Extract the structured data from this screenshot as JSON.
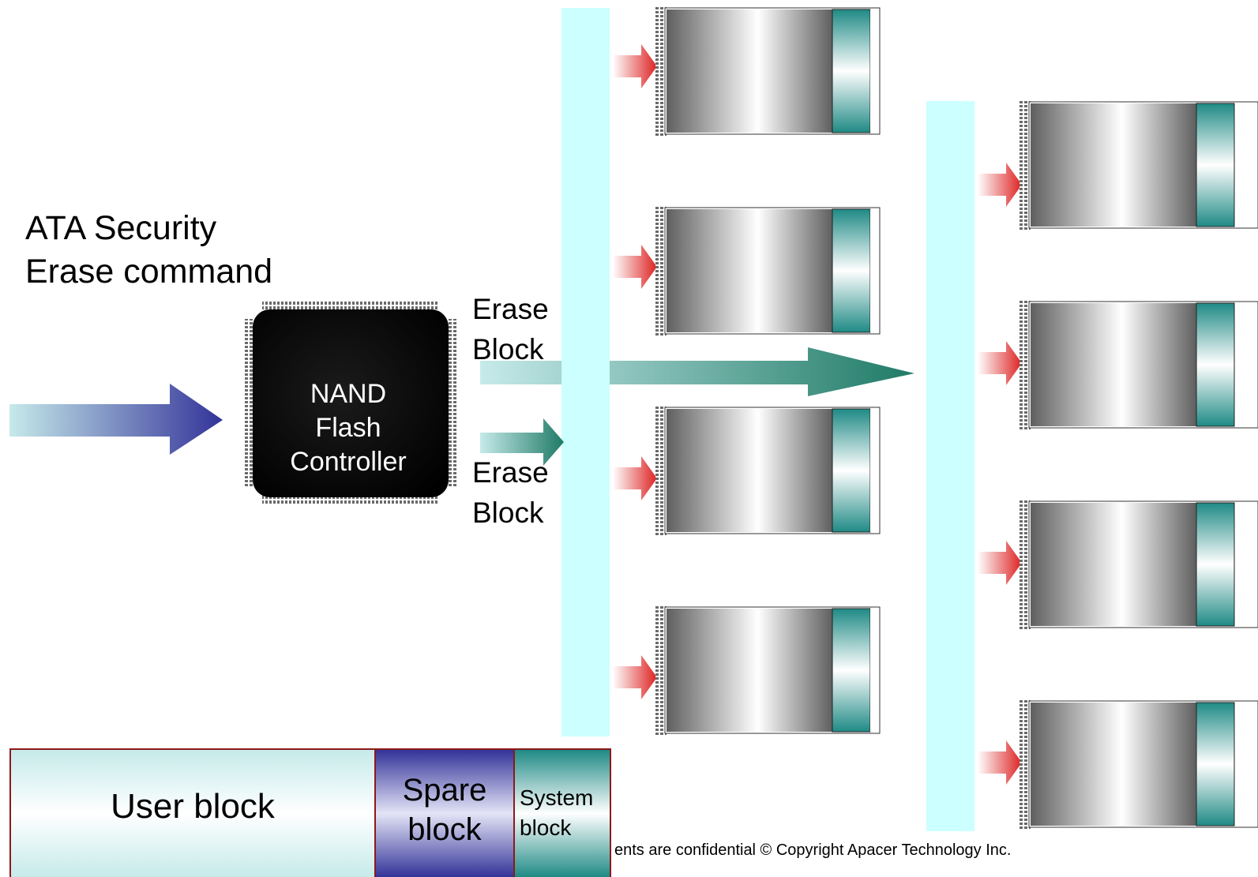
{
  "command": {
    "line1": "ATA Security",
    "line2": "Erase command"
  },
  "controller": {
    "line1": "NAND",
    "line2": "Flash",
    "line3": "Controller"
  },
  "erase_labels": [
    {
      "line1": "Erase",
      "line2": "Block"
    },
    {
      "line1": "Erase",
      "line2": "Block"
    }
  ],
  "legend": {
    "user": "User block",
    "spare_line1": "Spare",
    "spare_line2": "block",
    "system_line1": "System",
    "system_line2": "block"
  },
  "footer": "ents are confidential © Copyright Apacer Technology Inc.",
  "colors": {
    "bus": "#ccffff",
    "input_arrow": "#333399",
    "erase_arrow": "#1f7a66",
    "nand_arrow": "#dd2222",
    "system_block": "#1f8a85",
    "spare_block": "#3a3a99",
    "user_block": "#d9f3f3"
  }
}
